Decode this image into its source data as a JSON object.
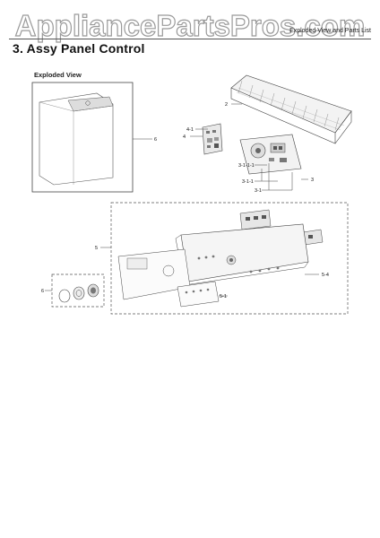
{
  "watermark": "AppliancePartsPros.com",
  "header": {
    "right_text": "Exploded View and Parts List"
  },
  "section_title": "3.  Assy Panel Control",
  "subtitle": "Exploded View",
  "callouts": {
    "washer": "6",
    "panel_top": "2",
    "board_4": "4",
    "board_4_1": "4-1",
    "c_3_1_1_1": "3-1-1-1",
    "c_3_1_1": "3-1-1",
    "c_3_1": "3-1",
    "c_3": "3",
    "c_5": "5",
    "c_5_4": "5-4",
    "c_5_1": "5-1",
    "c_6": "6"
  }
}
